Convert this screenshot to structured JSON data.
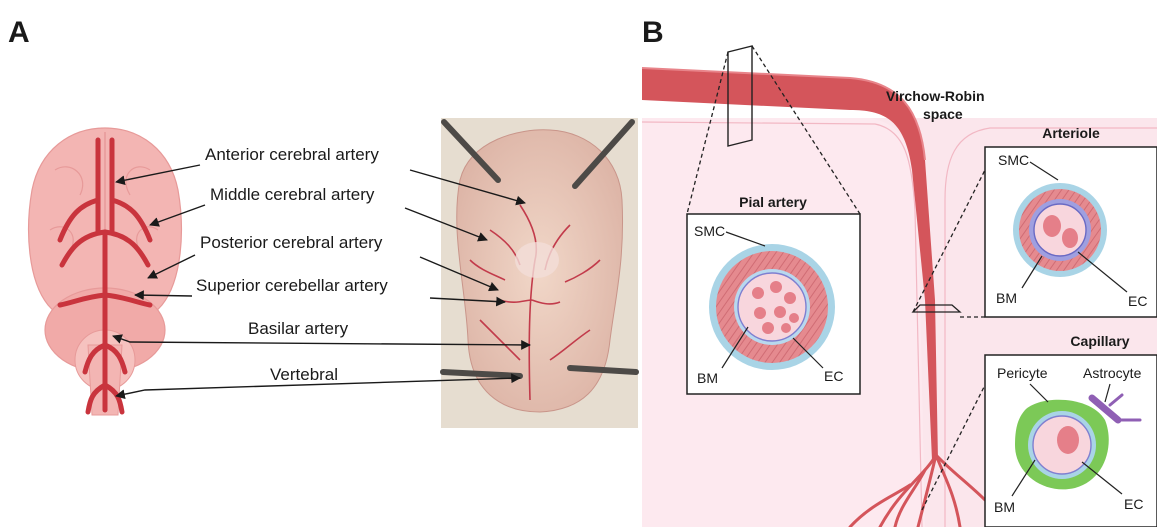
{
  "panel_a": {
    "letter": "A",
    "labels": [
      "Anterior cerebral artery",
      "Middle cerebral artery",
      "Posterior cerebral artery",
      "Superior cerebellar artery",
      "Basilar artery",
      "Vertebral"
    ]
  },
  "panel_b": {
    "letter": "B",
    "vr_space_line1": "Virchow-Robin",
    "vr_space_line2": "space",
    "pial": {
      "title": "Pial artery",
      "smc": "SMC",
      "bm": "BM",
      "ec": "EC"
    },
    "arteriole": {
      "title": "Arteriole",
      "smc": "SMC",
      "bm": "BM",
      "ec": "EC"
    },
    "capillary": {
      "title": "Capillary",
      "pericyte": "Pericyte",
      "astrocyte": "Astrocyte",
      "bm": "BM",
      "ec": "EC"
    }
  },
  "colors": {
    "artery": "#d4555b",
    "tissue": "#fbe6ec",
    "smc_ring": "#e58a8f",
    "outer_ring": "#a9d4e6",
    "endothelium": "#7f7fd0",
    "pericyte": "#7cc957",
    "astrocyte": "#8f5fb4"
  }
}
